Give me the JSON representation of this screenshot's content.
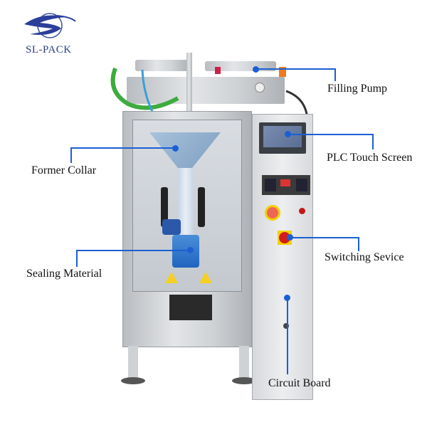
{
  "logo": {
    "text": "SL-PACK",
    "icon": "sl-pack-orbit-logo-icon",
    "color": "#2b3f8c"
  },
  "accent_color": "#1c5fd3",
  "callouts": [
    {
      "id": "filling-pump",
      "label": "Filling Pump"
    },
    {
      "id": "plc-touch-screen",
      "label": "PLC Touch Screen"
    },
    {
      "id": "former-collar",
      "label": "Former Collar"
    },
    {
      "id": "switching-sevice",
      "label": "Switching Sevice"
    },
    {
      "id": "sealing-material",
      "label": "Sealing Material"
    },
    {
      "id": "circuit-board",
      "label": "Circuit Board"
    }
  ],
  "machine": {
    "name": "vertical liquid packaging machine"
  }
}
